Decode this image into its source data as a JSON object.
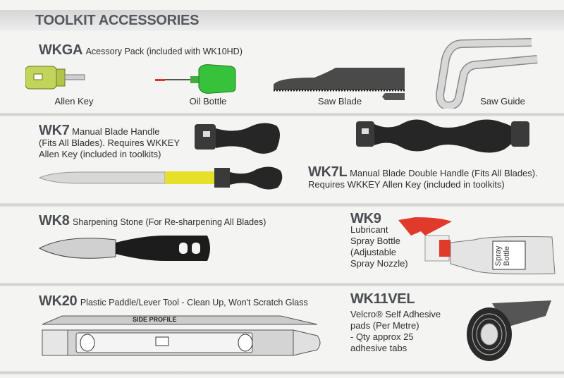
{
  "header": {
    "title": "TOOLKIT ACCESSORIES"
  },
  "wkga": {
    "code": "WKGA",
    "description": "Acessory Pack (included with WK10HD)",
    "items": [
      {
        "label": "Allen Key"
      },
      {
        "label": "Oil Bottle"
      },
      {
        "label": "Saw Blade"
      },
      {
        "label": "Saw Guide"
      }
    ]
  },
  "wk7": {
    "code": "WK7",
    "lines": [
      "Manual Blade Handle",
      "(Fits All Blades). Requires WKKEY",
      "Allen Key (included in toolkits)"
    ]
  },
  "wk7l": {
    "code": "WK7L",
    "lines": [
      "Manual Blade Double Handle (Fits All Blades).",
      "Requires WKKEY Allen Key (included in toolkits)"
    ]
  },
  "wk8": {
    "code": "WK8",
    "description": "Sharpening Stone (For Re-sharpening All Blades)"
  },
  "wk9": {
    "code": "WK9",
    "lines": [
      "Lubricant",
      "Spray Bottle",
      "(Adjustable",
      "Spray Nozzle)"
    ],
    "bottle_text": [
      "Spray",
      "Bottle"
    ]
  },
  "wk20": {
    "code": "WK20",
    "description": "Plastic Paddle/Lever Tool - Clean Up, Won't Scratch Glass",
    "side_profile": "SIDE PROFILE"
  },
  "wk11vel": {
    "code": "WK11VEL",
    "lines": [
      "Velcro® Self Adhesive",
      "pads (Per Metre)",
      "- Qty approx 25",
      "adhesive tabs"
    ]
  }
}
